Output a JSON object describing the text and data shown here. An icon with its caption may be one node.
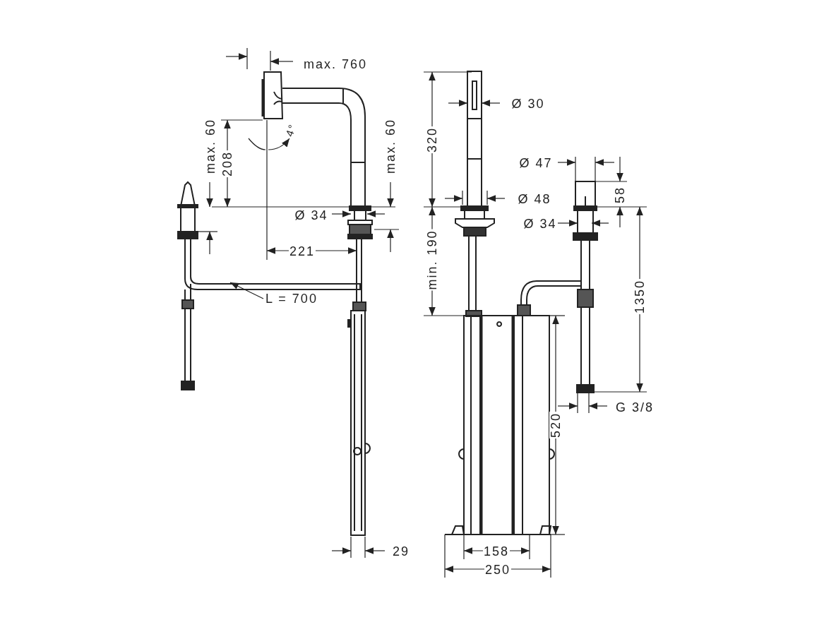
{
  "diagram": {
    "nodes": [
      {
        "text": [
          "L = 700"
        ]
      },
      {
        "text": [],
        "shape": "pipe"
      }
    ],
    "edges": [
      {
        "from": 0,
        "to": 1,
        "arrow": "to"
      }
    ],
    "labels": [
      "max. 760",
      "max. 60",
      "208",
      "4°",
      "max. 60",
      "Ø 34",
      "221",
      "29",
      "320",
      "Ø 30",
      "Ø 47",
      "Ø 48",
      "58",
      "Ø 34",
      "min. 190",
      "1350",
      "G 3/8",
      "520",
      "158",
      "250"
    ]
  }
}
